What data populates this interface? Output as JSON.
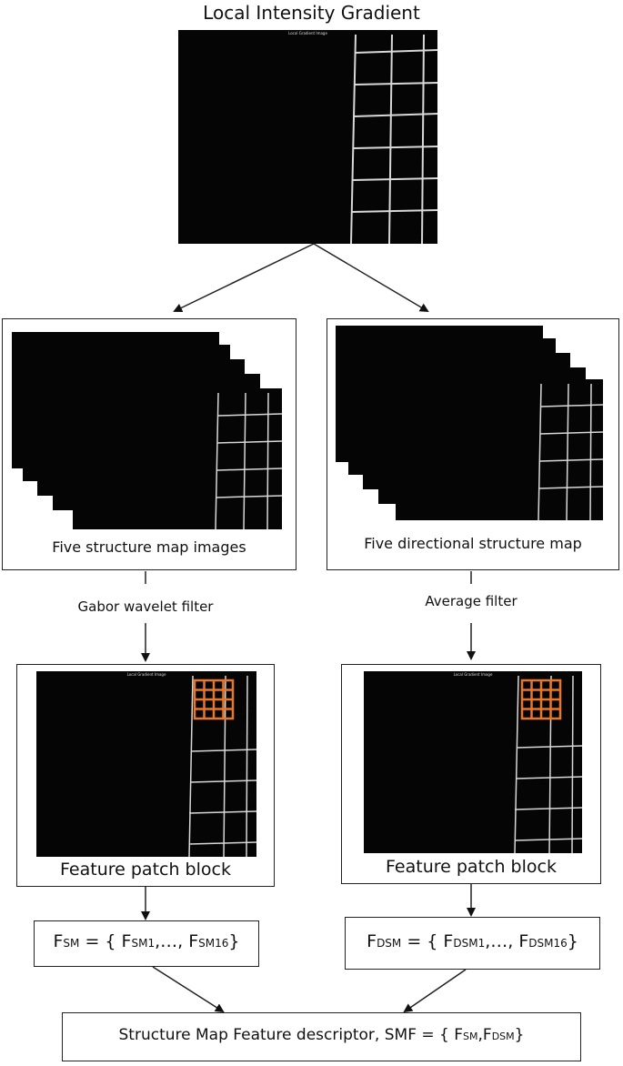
{
  "title": "Local Intensity Gradient",
  "top_image_caption": "Local Gradient Image",
  "left_branch": {
    "stack_caption": "Five structure map images",
    "filter_label": "Gabor wavelet filter",
    "patch_caption": "Feature patch block",
    "patch_image_caption": "Local Gradient Image",
    "formula": {
      "lhs_main": "F",
      "lhs_sub": "SM",
      "eq_open": " = { ",
      "t1_main": "F",
      "t1_sub": "SM1",
      "sep": ",…, ",
      "t2_main": "F",
      "t2_sub": "SM16",
      "close": "}"
    }
  },
  "right_branch": {
    "stack_caption": "Five directional structure map",
    "filter_label": "Average filter",
    "patch_caption": "Feature patch block",
    "patch_image_caption": "Local Gradient Image",
    "formula": {
      "lhs_main": "F",
      "lhs_sub": "DSM",
      "eq_open": " = { ",
      "t1_main": "F",
      "t1_sub": "DSM1",
      "sep": ",…, ",
      "t2_main": "F",
      "t2_sub": "DSM16",
      "close": "}"
    }
  },
  "final": {
    "text": "Structure Map Feature descriptor, SMF = { ",
    "a_main": "F",
    "a_sub": "SM",
    "comma": ",",
    "b_main": "F",
    "b_sub": "DSM",
    "close": "}"
  },
  "colors": {
    "grid_accent": "#e8772e",
    "image_bg": "#050505",
    "line": "#222222"
  }
}
